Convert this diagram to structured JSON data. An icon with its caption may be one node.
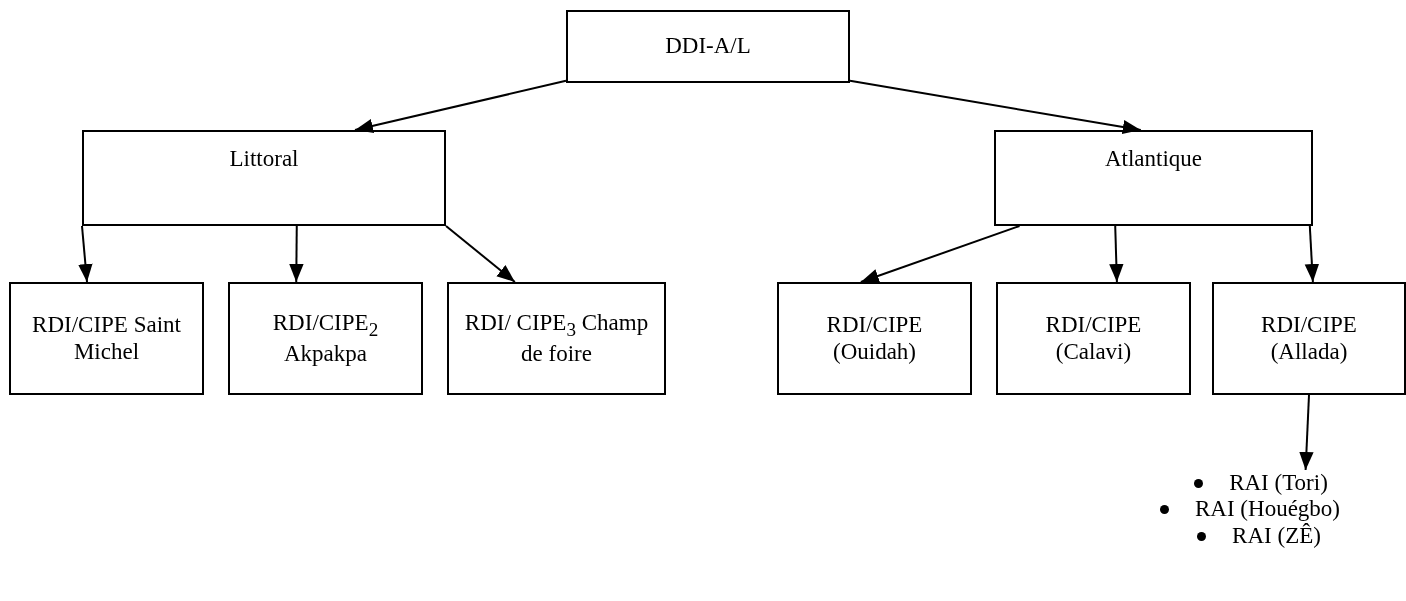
{
  "diagram": {
    "nodes": [
      {
        "text": [
          "DDI-A/L"
        ]
      },
      {
        "text": [
          "Littoral"
        ]
      },
      {
        "text": [
          "Atlantique"
        ]
      },
      {
        "text": [
          "RDI/CIPE Saint Michel"
        ]
      },
      {
        "text": [
          "RDI/CIPE$_{2}$ Akpakpa"
        ]
      },
      {
        "text": [
          "RDI/ CIPE$_{3}$ Champ de foire"
        ]
      },
      {
        "text": [
          "RDI/CIPE (Ouidah)"
        ]
      },
      {
        "text": [
          "RDI/CIPE (Calavi)"
        ]
      },
      {
        "text": [
          "RDI/CIPE (Allada)"
        ]
      },
      {
        "text": [
          "RAI (Tori)",
          "RAI (Houégbo)",
          "RAI (ZÊ)"
        ]
      }
    ],
    "edges": [
      {
        "from": 0,
        "to": 1,
        "arrow": "to"
      },
      {
        "from": 0,
        "to": 2,
        "arrow": "to"
      },
      {
        "from": 1,
        "to": 3,
        "arrow": "to"
      },
      {
        "from": 1,
        "to": 4,
        "arrow": "to"
      },
      {
        "from": 1,
        "to": 5,
        "arrow": "to"
      },
      {
        "from": 2,
        "to": 6,
        "arrow": "to"
      },
      {
        "from": 2,
        "to": 7,
        "arrow": "to"
      },
      {
        "from": 2,
        "to": 8,
        "arrow": "to"
      },
      {
        "from": 8,
        "to": 9,
        "arrow": "to"
      }
    ]
  }
}
